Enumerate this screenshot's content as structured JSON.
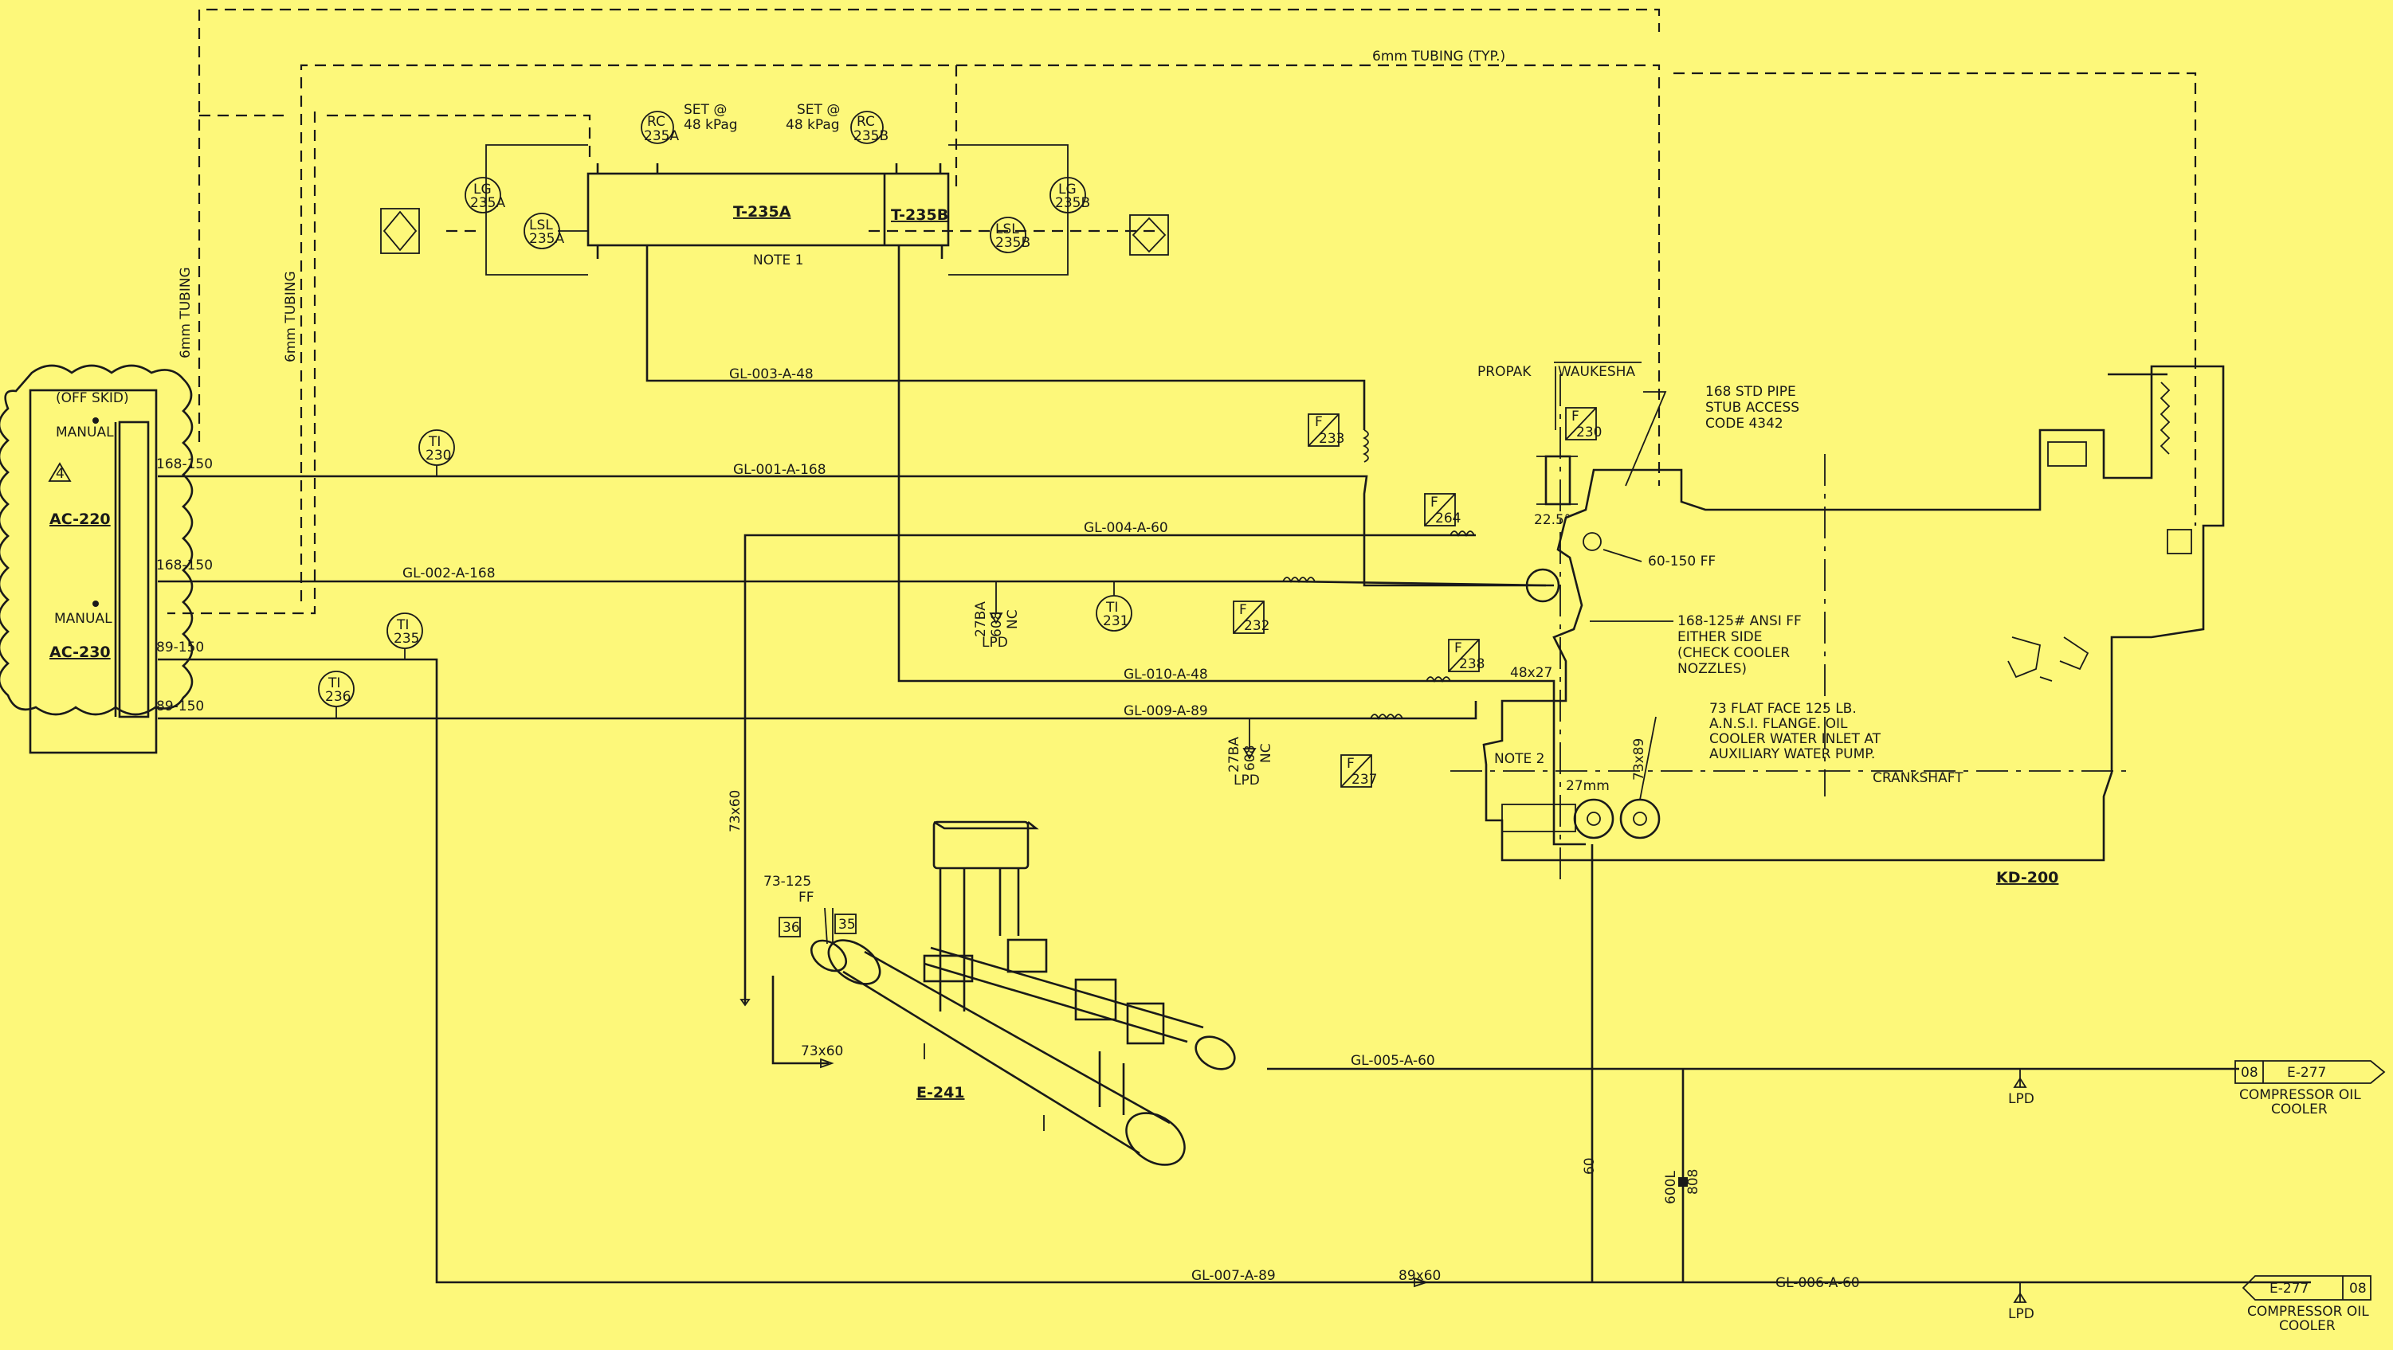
{
  "colors": {
    "background": "#fdf87a",
    "ink": "#1a1a1a"
  },
  "tubing": {
    "typ": "6mm TUBING (TYP.)",
    "vertical": "6mm TUBING"
  },
  "skid": {
    "off_skid": "(OFF SKID)",
    "manual": "MANUAL",
    "rev": "4",
    "ac220": "AC-220",
    "ac230": "AC-230",
    "sizes": [
      "168-150",
      "168-150",
      "89-150",
      "89-150"
    ]
  },
  "tanks": {
    "a": "T-235A",
    "b": "T-235B",
    "note": "NOTE 1"
  },
  "controllers": {
    "rc_a": {
      "code": "RC",
      "num": "235A",
      "set": "SET @",
      "pressure": "48 kPag"
    },
    "rc_b": {
      "code": "RC",
      "num": "235B",
      "set": "SET @",
      "pressure": "48 kPag"
    }
  },
  "instruments": {
    "lg_a": {
      "code": "LG",
      "num": "235A"
    },
    "lg_b": {
      "code": "LG",
      "num": "235B"
    },
    "lsl_a": {
      "code": "LSL",
      "num": "235A"
    },
    "lsl_b": {
      "code": "LSL",
      "num": "235B"
    },
    "ti_230": {
      "code": "TI",
      "num": "230"
    },
    "ti_235": {
      "code": "TI",
      "num": "235"
    },
    "ti_236": {
      "code": "TI",
      "num": "236"
    },
    "ti_231": {
      "code": "TI",
      "num": "231"
    }
  },
  "fj_tags": [
    "233",
    "230",
    "264",
    "232",
    "238",
    "237"
  ],
  "lines": {
    "gl003": "GL-003-A-48",
    "gl001": "GL-001-A-168",
    "gl004": "GL-004-A-60",
    "gl002": "GL-002-A-168",
    "gl010": "GL-010-A-48",
    "gl009": "GL-009-A-89",
    "gl005": "GL-005-A-60",
    "gl007": "GL-007-A-89",
    "gl006": "GL-006-A-60"
  },
  "drains": {
    "d1": {
      "l1": "27BA",
      "l2": "608",
      "l3": "NC",
      "lpd": "LPD"
    },
    "d2": {
      "l1": "27BA",
      "l2": "608",
      "l3": "NC",
      "lpd": "LPD"
    },
    "lpd": "LPD"
  },
  "engine": {
    "propak": "PROPAK",
    "waukesha": "WAUKESHA",
    "stub": [
      "168 STD PIPE",
      "STUB ACCESS",
      "CODE 4342"
    ],
    "angle": "22.5°",
    "ff60": "60-150 FF",
    "ansi": [
      "168-125# ANSI FF",
      "EITHER SIDE",
      "(CHECK COOLER",
      "NOZZLES)"
    ],
    "s48x27": "48x27",
    "flange": [
      "73 FLAT FACE 125 LB.",
      "A.N.S.I. FLANGE. OIL",
      "COOLER WATER INLET AT",
      "AUXILIARY WATER PUMP."
    ],
    "note2": "NOTE 2",
    "s27mm": "27mm",
    "s73x89": "73x89",
    "crankshaft": "CRANKSHAFT",
    "kd200": "KD-200"
  },
  "exchanger": {
    "e241": "E-241",
    "ff": [
      "73-125",
      "FF"
    ],
    "tag36": "36",
    "tag35": "35",
    "s73x60v": "73x60",
    "s73x60h": "73x60"
  },
  "bottom": {
    "s89x60": "89x60",
    "s60": "60",
    "v600l": "600L",
    "v808": "808"
  },
  "offpage": {
    "top": {
      "num": "08",
      "eq": "E-277",
      "desc": [
        "COMPRESSOR OIL",
        "COOLER"
      ]
    },
    "bottom": {
      "num": "08",
      "eq": "E-277",
      "desc": [
        "COMPRESSOR OIL",
        "COOLER"
      ]
    }
  }
}
